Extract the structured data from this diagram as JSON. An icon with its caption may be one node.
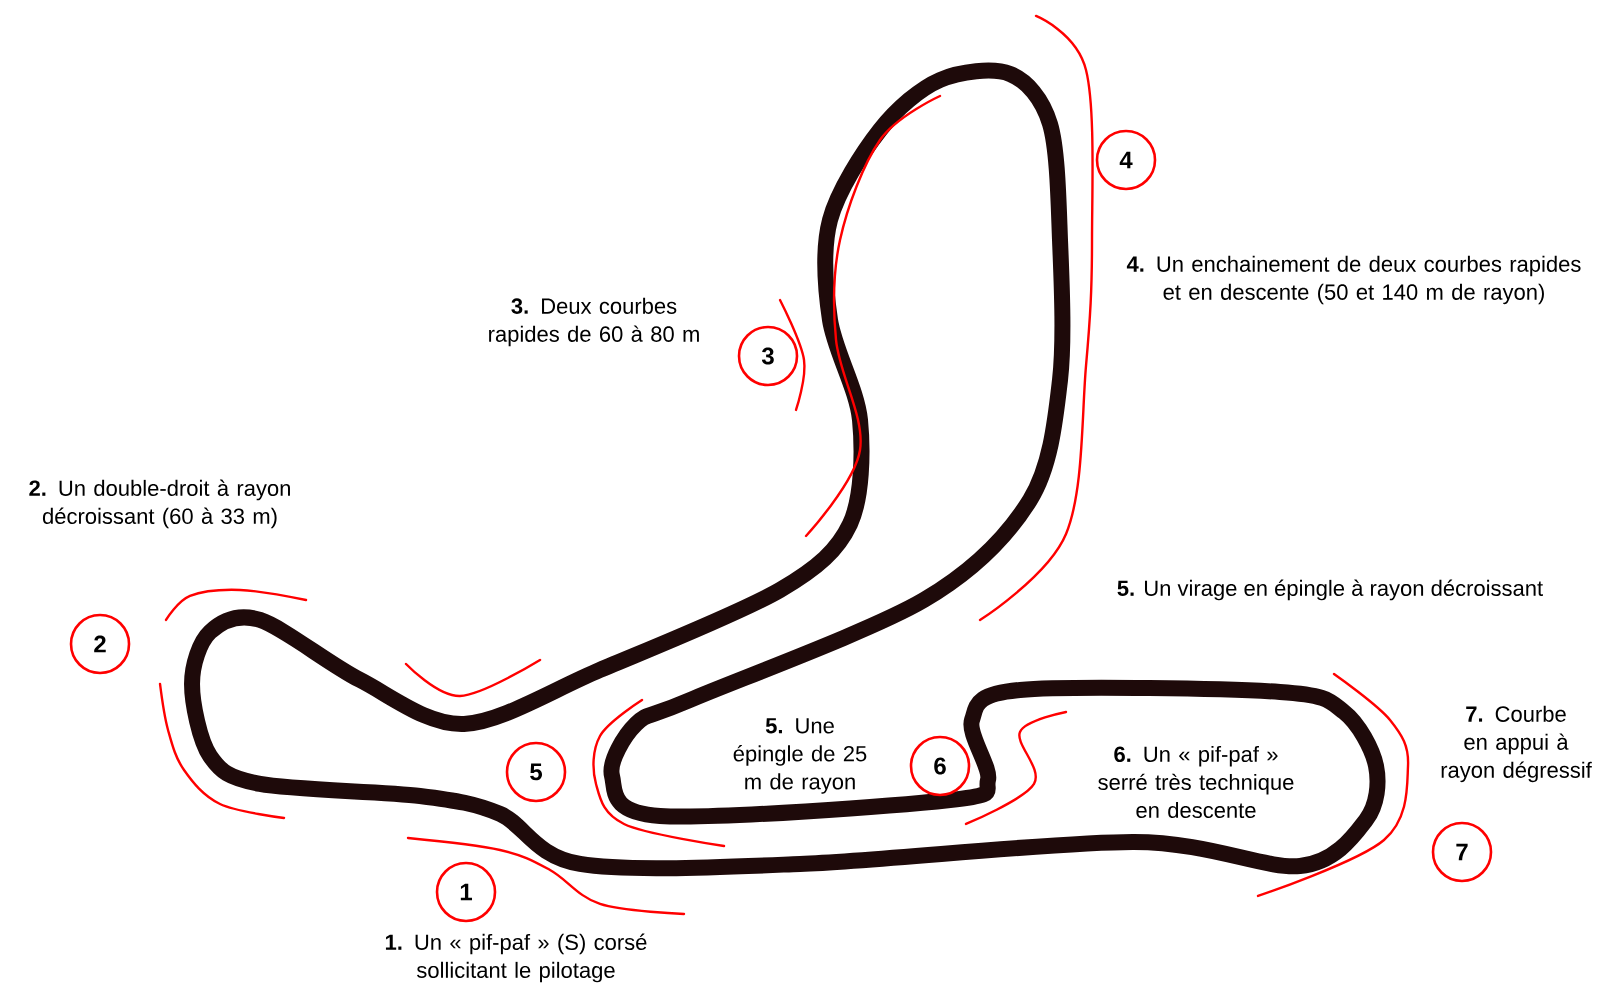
{
  "diagram": {
    "nodes": [
      {
        "text": [
          "1"
        ]
      },
      {
        "text": [
          "2"
        ]
      },
      {
        "text": [
          "3"
        ]
      },
      {
        "text": [
          "4"
        ]
      },
      {
        "text": [
          "5"
        ]
      },
      {
        "text": [
          "6"
        ]
      },
      {
        "text": [
          "7"
        ]
      }
    ],
    "labels": [
      "**3.** Deux courbes rapides de 60 à 80 m",
      "**4.** Un enchainement de deux courbes rapides et en descente (50 et 140 m de rayon)",
      "**2.** Un double-droit à rayon décroissant (60 à 33 m)",
      "**5.** Un virage en épingle à rayon décroissant",
      "**5.** Une épingle de 25 m de rayon",
      "**7.** Courbe en appui à rayon dégressif",
      "**6.** Un « pif-paf » serré très technique en descente",
      "**1.** Un « pif-paf » (S) corsé sollicitant le pilotage"
    ]
  }
}
